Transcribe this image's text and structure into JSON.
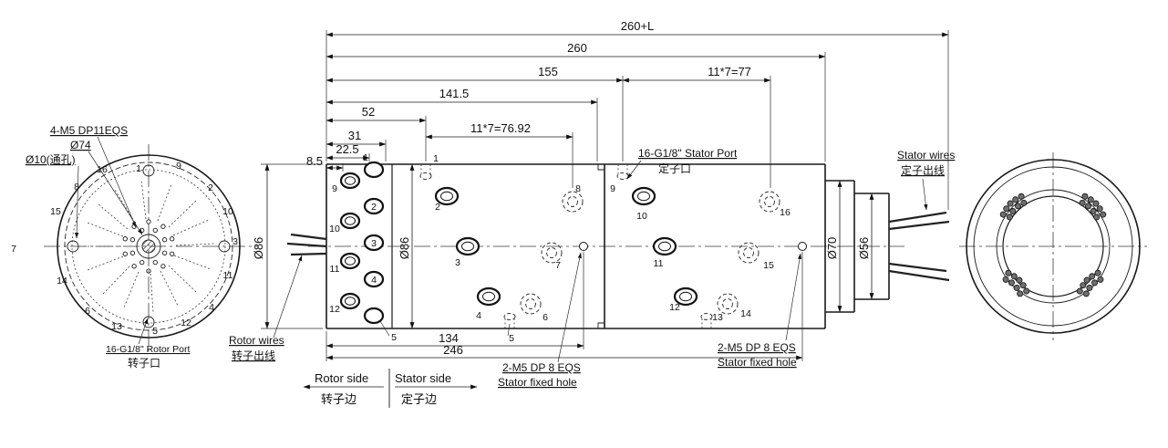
{
  "drawing": {
    "ports": [
      "1",
      "2",
      "3",
      "4",
      "5",
      "6",
      "7",
      "8",
      "9",
      "10",
      "11",
      "12",
      "13",
      "14",
      "15",
      "16"
    ],
    "left_view": {
      "callout_m5": "4-M5 DP11EQS",
      "callout_d74": "Ø74",
      "callout_d10": "Ø10(通孔)",
      "rotor_port_en": "16-G1/8\" Rotor Port",
      "rotor_port_cn": "转子口"
    },
    "dims": {
      "total_len": "260+L",
      "body_len": "260",
      "stator_start": "155",
      "rotor_len": "141.5",
      "first_ring": "52",
      "rotor_pitch": "11*7=76.92",
      "d31": "31",
      "d22_5": "22.5",
      "d8_5": "8.5",
      "stator_pitch": "11*7=77",
      "hole1_pos": "134",
      "hole2_pos": "246",
      "flange_od": "Ø86",
      "body_od": "Ø86",
      "step_od": "Ø70",
      "shaft_od": "Ø56"
    },
    "labels": {
      "stator_port_en": "16-G1/8\" Stator Port",
      "stator_port_cn": "定子口",
      "stator_wires_en": "Stator wires",
      "stator_wires_cn": "定子出线",
      "rotor_wires_en": "Rotor wires",
      "rotor_wires_cn": "转子出线",
      "fixed_hole1_l1": "2-M5 DP 8 EQS",
      "fixed_hole1_l2": "Stator fixed hole",
      "fixed_hole2_l1": "2-M5 DP 8 EQS",
      "fixed_hole2_l2": "Stator fixed hole",
      "rotor_side_en": "Rotor side",
      "rotor_side_cn": "转子边",
      "stator_side_en": "Stator side",
      "stator_side_cn": "定子边"
    }
  }
}
